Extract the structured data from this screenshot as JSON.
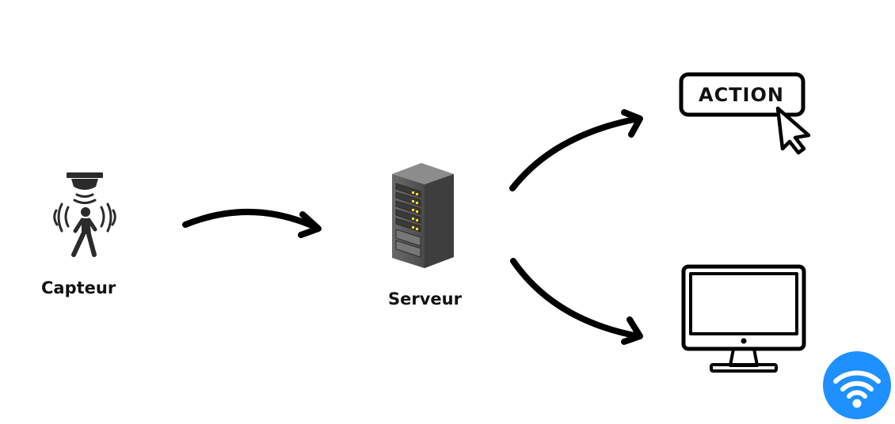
{
  "nodes": {
    "sensor": {
      "label": "Capteur",
      "icon": "motion-sensor-icon"
    },
    "server": {
      "label": "Serveur",
      "icon": "server-rack-icon"
    },
    "action": {
      "label": "ACTION",
      "icon": "action-button-icon"
    },
    "monitor": {
      "icon": "monitor-icon"
    },
    "wifi": {
      "icon": "wifi-icon"
    }
  },
  "colors": {
    "arrow": "#000000",
    "wifi_badge": "#1e90ff",
    "server_body": "#5a5a5a",
    "server_leds": "#f5e12a"
  }
}
